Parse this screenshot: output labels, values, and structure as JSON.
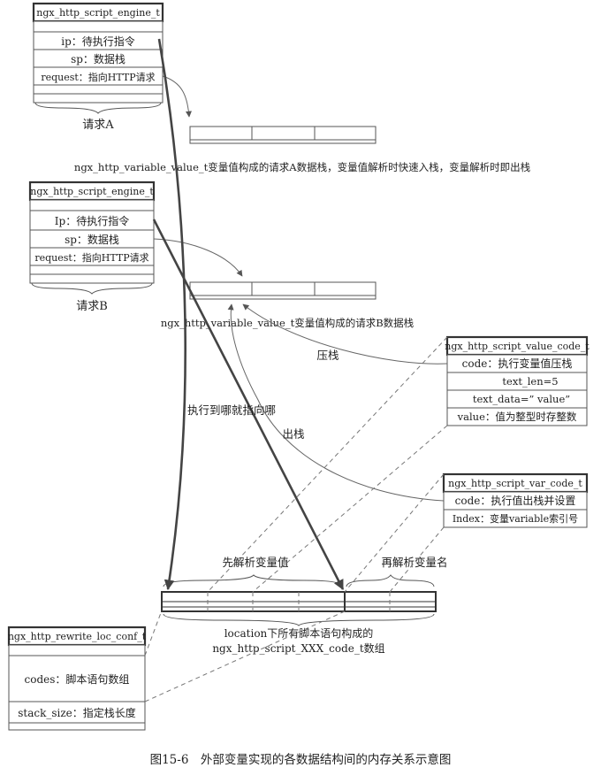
{
  "engineA": {
    "title": "ngx_http_script_engine_t",
    "fields": [
      "ip：待执行指令",
      "sp：数据栈",
      "request：指向HTTP请求"
    ],
    "caption": "请求A"
  },
  "engineB": {
    "title": "ngx_http_script_engine_t",
    "fields": [
      "Ip：待执行指令",
      "sp：数据栈",
      "request：指向HTTP请求"
    ],
    "caption": "请求B"
  },
  "stackA_label": "ngx_http_variable_value_t变量值构成的请求A数据栈，变量值解析时快速入栈，变量解析时即出栈",
  "stackB_label": "ngx_http_variable_value_t变量值构成的请求B数据栈",
  "valueCode": {
    "title": "ngx_http_script_value_code_t",
    "fields": [
      "code：执行变量值压栈",
      "text_len=5",
      "text_data=” value”",
      "value：值为整型时存整数"
    ]
  },
  "varCode": {
    "title": "ngx_http_script_var_code_t",
    "fields": [
      "code：执行值出栈并设置",
      "Index：变量variable索引号"
    ]
  },
  "locConf": {
    "title": "ngx_http_rewrite_loc_conf_t",
    "fields": [
      "codes：脚本语句数组",
      "stack_size：指定栈长度"
    ]
  },
  "labels": {
    "push": "压栈",
    "pop": "出栈",
    "pointer": "执行到哪就指向哪",
    "parse_value_first": "先解析变量值",
    "parse_name_after": "再解析变量名",
    "array_line1": "location下所有脚本语句构成的",
    "array_line2": "ngx_http_script_XXX_code_t数组"
  },
  "figure_caption": "图15-6　外部变量实现的各数据结构间的内存关系示意图"
}
